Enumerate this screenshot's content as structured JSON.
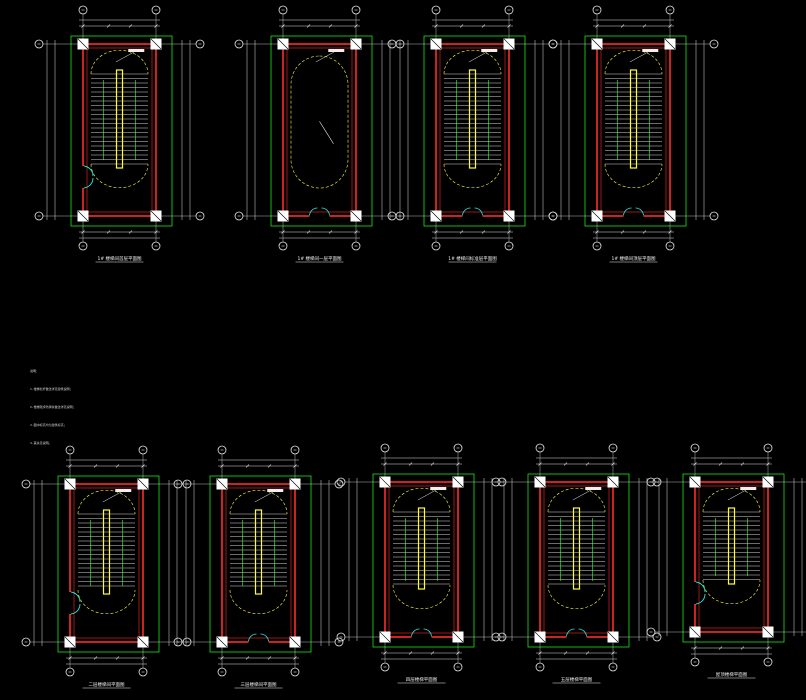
{
  "drawing": {
    "background": "#000000",
    "colors": {
      "wall": "#ff2a2a",
      "frame": "#19e619",
      "axis": "#e8e8e8",
      "stair": "#f0f0f0",
      "handrail": "#ffff33",
      "curve": "#ffff33",
      "door": "#29e6e6",
      "column": "#ffffff",
      "dimension": "#e0e0e0"
    }
  },
  "plans": [
    {
      "caption": "1# 楼梯间首层平面图",
      "door": "side",
      "open_center": false
    },
    {
      "caption": "1# 楼梯间一层平面图",
      "door": "bottom",
      "open_center": true
    },
    {
      "caption": "1# 楼梯间标准层平面图",
      "door": "bottom",
      "open_center": false
    },
    {
      "caption": "1# 楼梯间顶层平面图",
      "door": "bottom",
      "open_center": false
    },
    {
      "caption": "二层楼梯间平面图",
      "door": "side",
      "open_center": false
    },
    {
      "caption": "三层楼梯间平面图",
      "door": "bottom",
      "open_center": false
    },
    {
      "caption": "四层楼梯平面图",
      "door": "bottom",
      "open_center": false
    },
    {
      "caption": "五层楼梯平面图",
      "door": "bottom",
      "open_center": false
    },
    {
      "caption": "屋顶楼梯平面图",
      "door": "side",
      "open_center": false
    }
  ],
  "notes": {
    "title": "说明：",
    "lines": [
      "1.楼梯栏杆做法详见建筑说明；",
      "2.楼梯踏步防滑条做法详见说明；",
      "3.图中标高均为建筑标高；",
      "4.其余见说明。"
    ]
  }
}
